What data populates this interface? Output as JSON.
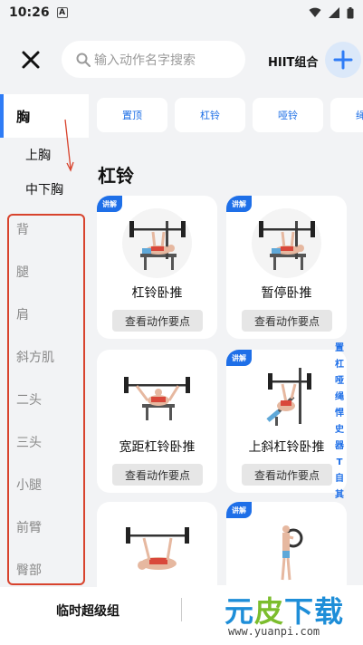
{
  "status_bar": {
    "time": "10:26",
    "a_badge": "A"
  },
  "header": {
    "search_placeholder": "输入动作名字搜索",
    "hiit_label": "HIIT组合"
  },
  "sidebar": {
    "main": "胸",
    "subs": [
      "上胸",
      "中下胸"
    ],
    "items": [
      "背",
      "腿",
      "肩",
      "斜方肌",
      "二头",
      "三头",
      "小腿",
      "前臂",
      "臀部"
    ]
  },
  "chips": [
    "置顶",
    "杠铃",
    "哑铃",
    "绳索"
  ],
  "section_title": "杠铃",
  "cards": [
    {
      "name": "杠铃卧推",
      "tag": "讲解",
      "button": "查看动作要点"
    },
    {
      "name": "暂停卧推",
      "tag": "讲解",
      "button": "查看动作要点"
    },
    {
      "name": "宽距杠铃卧推",
      "tag": "",
      "button": "查看动作要点"
    },
    {
      "name": "上斜杠铃卧推",
      "tag": "讲解",
      "button": "查看动作要点"
    },
    {
      "name": "",
      "tag": "",
      "button": ""
    },
    {
      "name": "",
      "tag": "讲解",
      "button": ""
    }
  ],
  "index_bar": [
    "置",
    "杠",
    "哑",
    "绳",
    "悍",
    "史",
    "器",
    "T",
    "自",
    "其"
  ],
  "bottom": {
    "label": "临时超级组"
  },
  "watermark": {
    "brand_a": "元",
    "brand_b": "皮",
    "brand_c": "下载",
    "url": "www.yuanpi.com"
  },
  "colors": {
    "accent": "#2f7cf6",
    "annotation": "#d8432d"
  }
}
